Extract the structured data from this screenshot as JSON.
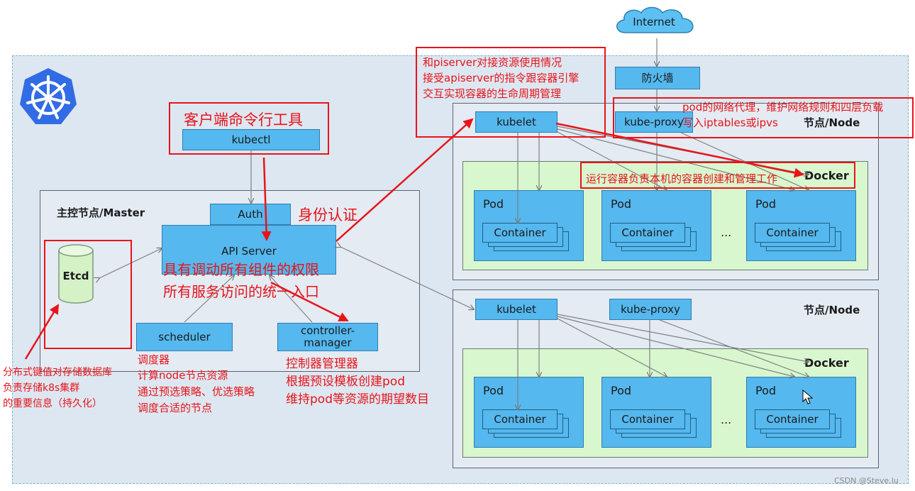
{
  "cluster": {
    "internet": "Internet",
    "firewall": "防火墙",
    "watermark": "CSDN @Steve.lu"
  },
  "master": {
    "label": "主控节点/Master",
    "kubectl": "kubectl",
    "auth": "Auth",
    "api_server": "API Server",
    "etcd": "Etcd",
    "scheduler": "scheduler",
    "controller_manager": "controller-\nmanager"
  },
  "nodes": [
    {
      "label": "节点/Node",
      "kubelet": "kubelet",
      "kube_proxy": "kube-proxy",
      "docker": "Docker",
      "pods": [
        {
          "label": "Pod",
          "container": "Container"
        },
        {
          "label": "Pod",
          "container": "Container"
        },
        {
          "label": "Pod",
          "container": "Container"
        }
      ],
      "ellipsis": "..."
    },
    {
      "label": "节点/Node",
      "kubelet": "kubelet",
      "kube_proxy": "kube-proxy",
      "docker": "Docker",
      "pods": [
        {
          "label": "Pod",
          "container": "Container"
        },
        {
          "label": "Pod",
          "container": "Container"
        },
        {
          "label": "Pod",
          "container": "Container"
        }
      ],
      "ellipsis": "..."
    }
  ],
  "annotations": {
    "kubectl_note": "客户端命令行工具",
    "auth_note": "身份认证",
    "api_note_1": "具有调动所有组件的权限",
    "api_note_2": "所有服务访问的统一入口",
    "kubelet_note_1": "和piserver对接资源使用情况",
    "kubelet_note_2": "接受apiserver的指令跟容器引擎",
    "kubelet_note_3": "交互实现容器的生命周期管理",
    "proxy_note_1": "pod的网络代理，维护网络规则和四层负载",
    "proxy_note_2": "写入iptables或ipvs",
    "docker_note": "运行容器负责本机的容器创建和管理工作",
    "etcd_note_1": "分布式键值对存储数据库",
    "etcd_note_2": "负责存储k8s集群",
    "etcd_note_3": "的重要信息（持久化）",
    "sched_note_1": "调度器",
    "sched_note_2": "计算node节点资源",
    "sched_note_3": "通过预选策略、优选策略",
    "sched_note_4": "调度合适的节点",
    "cm_note_1": "控制器管理器",
    "cm_note_2": "根据预设模板创建pod",
    "cm_note_3": "维持pod等资源的期望数目"
  },
  "colors": {
    "component": "#55b8ee",
    "docker_bg": "#d9f7cf",
    "annotation_red": "#e8141a",
    "k8s_logo": "#326ce5"
  }
}
